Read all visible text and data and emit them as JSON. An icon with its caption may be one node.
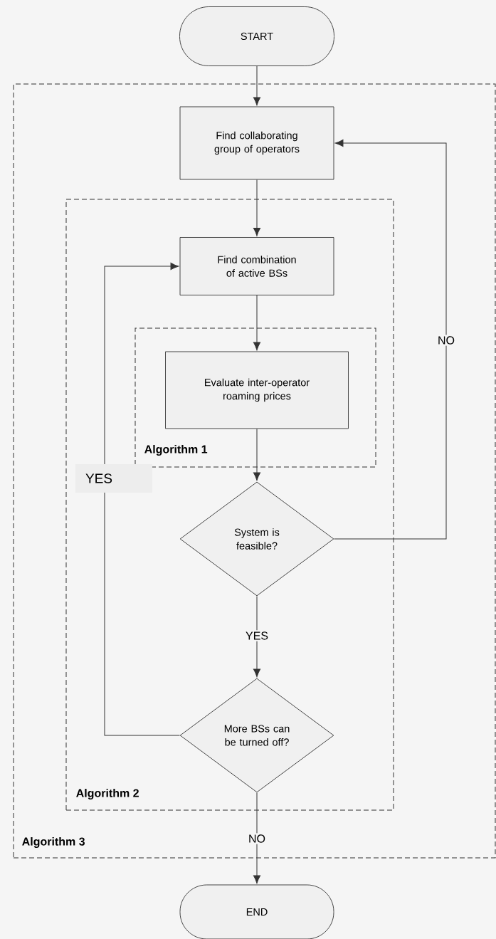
{
  "diagram": {
    "nodes": [
      {
        "text": [
          "START"
        ]
      },
      {
        "text": [
          "Algorithm 3"
        ]
      },
      {
        "text": [
          "Find collaborating group of operators"
        ],
        "in": 1
      },
      {
        "text": [
          "Algorithm 2"
        ],
        "in": 1
      },
      {
        "text": [
          "Find combination of active BSs"
        ],
        "in": 3
      },
      {
        "text": [
          "Algorithm 1"
        ],
        "in": 3
      },
      {
        "text": [
          "Evaluate inter-operator roaming prices"
        ],
        "in": 5
      },
      {
        "text": [
          "System is feasible?"
        ],
        "in": 3
      },
      {
        "text": [
          "More BSs can be turned off?"
        ],
        "in": 3
      },
      {
        "text": [
          "END"
        ]
      }
    ],
    "edges": [
      {
        "from": 0,
        "to": 2,
        "arrow": "to"
      },
      {
        "from": 2,
        "to": 4,
        "arrow": "to"
      },
      {
        "from": 4,
        "to": 6,
        "arrow": "to"
      },
      {
        "from": 6,
        "to": 7,
        "arrow": "to"
      },
      {
        "from": 7,
        "to": 2,
        "arrow": "to",
        "label": "NO"
      },
      {
        "from": 7,
        "to": 8,
        "arrow": "to",
        "label": "YES"
      },
      {
        "from": 8,
        "to": 4,
        "arrow": "to",
        "label": "YES"
      },
      {
        "from": 8,
        "to": 9,
        "arrow": "to",
        "label": "NO"
      }
    ]
  }
}
